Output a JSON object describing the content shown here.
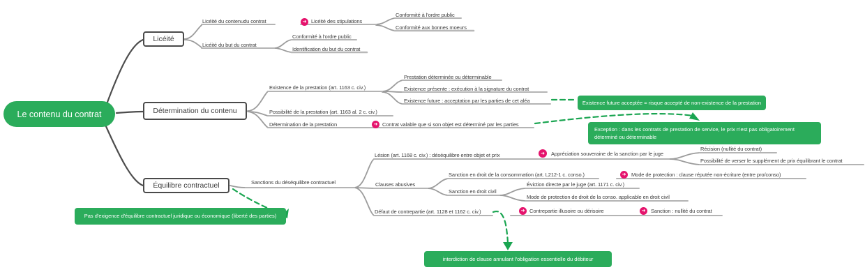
{
  "colors": {
    "node_green": "#2bac5b",
    "arrow_green": "#1aa551",
    "pink_accent": "#e5146d",
    "line_gray": "#b4b4b4",
    "border_dark": "#4a4a4a"
  },
  "icons": {
    "arrow_right": "➜"
  },
  "root": {
    "label": "Le contenu du contrat"
  },
  "liceite": {
    "label": "Licéité",
    "contenu": {
      "label": "Licéité du contenudu contrat",
      "stipulations": {
        "label": "Licéité des stipulations",
        "ordre_public": "Conformité à l'ordre public",
        "bonnes_moeurs": "Conformité aux bonnes moeurs"
      }
    },
    "but": {
      "label": "Licéité du but du contrat",
      "ordre_public": "Conformité à l'ordre public",
      "identification": "Identification du but du contrat"
    }
  },
  "determination": {
    "label": "Détermination du contenu",
    "existence": {
      "label": "Existence de la prestation (art. 1163 c. civ.)",
      "determinee": "Prestation déterminée ou déterminable",
      "presente": "Existence présente : exécution à la signature du contrat",
      "future": "Existence future : acceptation par les parties de cet aléa"
    },
    "possibilite": {
      "label": "Possibilité de la prestation (art. 1163 al. 2 c. civ.)"
    },
    "determination_prestation": {
      "label": "Détermination de la prestation",
      "contrat_valable": "Contrat valable que si son objet est déterminé par les parties"
    },
    "note_existence_future": "Existence future acceptée = risque accepté de non-existence de la prestation",
    "note_exception": "Exception : dans les contrats de prestation de service, le prix n'est pas obligatoirement déterminé ou déterminable"
  },
  "equilibre": {
    "label": "Équilibre contractuel",
    "sanctions": {
      "label": "Sanctions du déséquilibre contractuel",
      "lesion": {
        "label": "Lésion (art. 1168 c. civ.) : déséquilibre entre objet et prix",
        "appreciation": {
          "label": "Appréciation souveraine de la sanction par le juge",
          "recision": "Récision (nullité du contrat)",
          "supplement": "Possibilité de verser le supplément de prix équilibrant le contrat"
        }
      },
      "clauses_abusives": {
        "label": "Clauses abusives",
        "conso": {
          "label": "Sanction en droit de la consommation (art. L212-1 c. conso.)",
          "mode_protection": "Mode de protection : clause réputée non-écriture (entre pro/conso)"
        },
        "civil": {
          "label": "Sanction en droit civil",
          "eviction": "Éviction directe par le juge (art. 1171 c. civ.)",
          "mode_protection": "Mode de protection de droit de la conso. applicable en droit civil"
        }
      },
      "defaut": {
        "label": "Défaut de contrepartie (art. 1128 et 1162 c. civ.)",
        "contrepartie": "Contrepartie illusoire ou dérisoire",
        "sanction": "Sanction : nullité du contrat"
      }
    },
    "note_liberte": "Pas d'exigence d'équilibre contractuel juridique ou économique (liberté des parties)",
    "note_interdiction": "interdiction de clause annulant l'obligation essentielle du débiteur"
  }
}
